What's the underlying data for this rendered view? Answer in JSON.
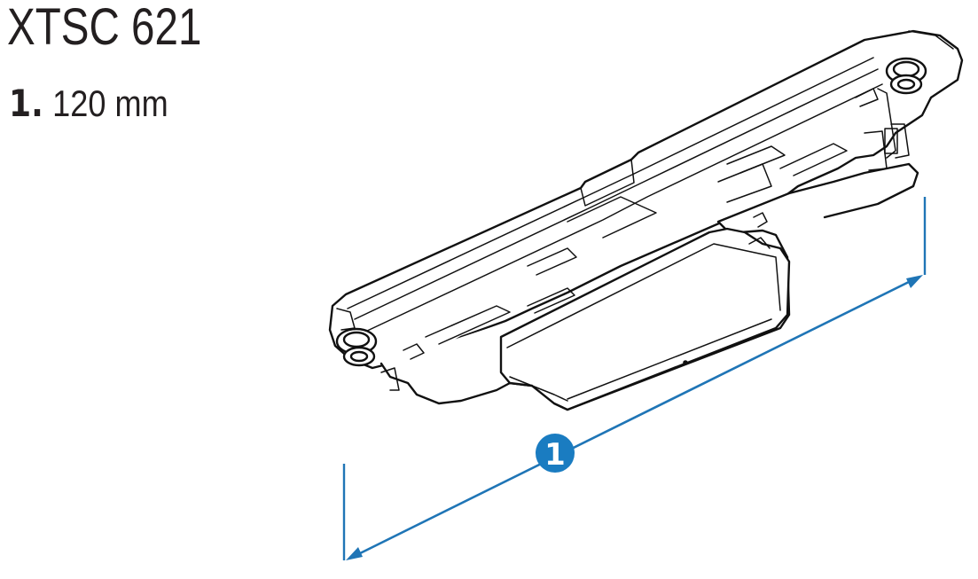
{
  "product": {
    "title": "XTSC 621"
  },
  "dimensions": [
    {
      "number": "1.",
      "value": "120 mm"
    }
  ],
  "callout": {
    "label": "1",
    "color": "#1a7cc1"
  },
  "colors": {
    "outline": "#111111",
    "dimension": "#1f75b6"
  }
}
